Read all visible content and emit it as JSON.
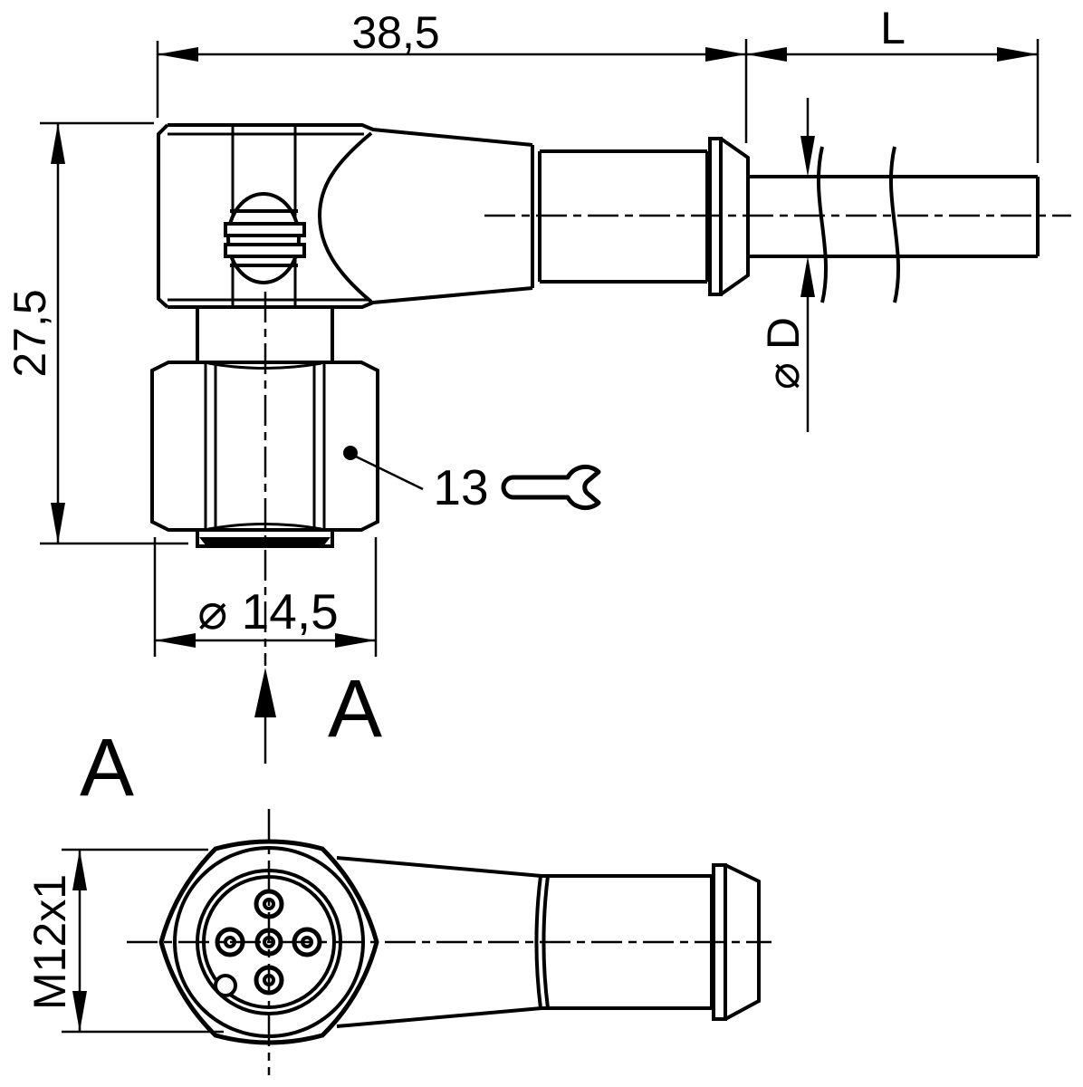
{
  "side_view": {
    "dim_body_length": "38,5",
    "dim_cable_length": "L",
    "dim_overall_height": "27,5",
    "dim_nut_diameter": "⌀ 14,5",
    "dim_cable_diameter": "⌀ D",
    "wrench_size": "13"
  },
  "front_view": {
    "thread_designation": "M12x1"
  },
  "section": {
    "label_left": "A",
    "label_right": "A"
  },
  "colors": {
    "line": "#000000",
    "background": "#ffffff"
  }
}
